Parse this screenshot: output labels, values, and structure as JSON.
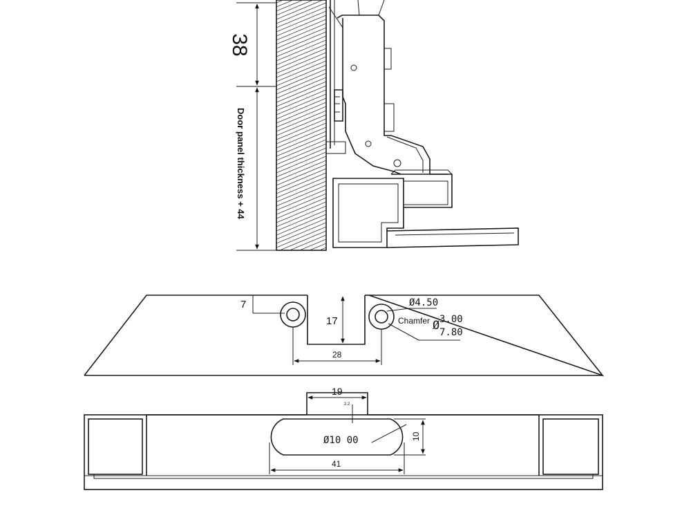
{
  "side_view": {
    "dim_top": "38",
    "dim_door_label": "Door panel thickness + 44"
  },
  "front_view": {
    "dim_offset": "7",
    "dim_depth": "17",
    "dim_width": "28",
    "dim_hole": "Ø4.50",
    "chamfer_label": "Chamfer",
    "chamfer_symbol": "Ø",
    "chamfer_outer": "3.00",
    "chamfer_inner": "7.80"
  },
  "bottom_view": {
    "dim_tab_width": "19",
    "dim_small": "2.2",
    "dim_diameter": "Ø10 00",
    "dim_height": "10",
    "dim_length": "41"
  }
}
